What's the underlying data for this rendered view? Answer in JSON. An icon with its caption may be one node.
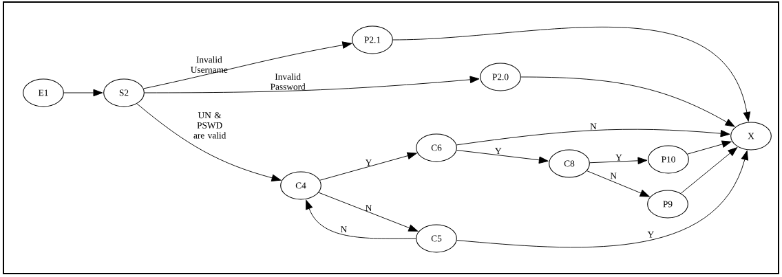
{
  "diagram": {
    "nodes": [
      {
        "text": [
          "E1"
        ]
      },
      {
        "text": [
          "S2"
        ]
      },
      {
        "text": [
          "P2.1"
        ]
      },
      {
        "text": [
          "P2.0"
        ]
      },
      {
        "text": [
          "C4"
        ]
      },
      {
        "text": [
          "C6"
        ]
      },
      {
        "text": [
          "C8"
        ]
      },
      {
        "text": [
          "P10"
        ]
      },
      {
        "text": [
          "P9"
        ]
      },
      {
        "text": [
          "C5"
        ]
      },
      {
        "text": [
          "X"
        ]
      }
    ],
    "edges": [
      {
        "from": 0,
        "to": 1,
        "arrow": "to"
      },
      {
        "from": 1,
        "to": 2,
        "arrow": "to",
        "label": "Invalid Username"
      },
      {
        "from": 1,
        "to": 3,
        "arrow": "to",
        "label": "Invalid Password"
      },
      {
        "from": 1,
        "to": 4,
        "arrow": "to",
        "label": "UN & PSWD are valid"
      },
      {
        "from": 4,
        "to": 5,
        "arrow": "to",
        "label": "Y"
      },
      {
        "from": 4,
        "to": 9,
        "arrow": "to",
        "label": "N"
      },
      {
        "from": 9,
        "to": 4,
        "arrow": "to",
        "label": "N"
      },
      {
        "from": 5,
        "to": 6,
        "arrow": "to",
        "label": "Y"
      },
      {
        "from": 5,
        "to": 10,
        "arrow": "to",
        "label": "N"
      },
      {
        "from": 6,
        "to": 7,
        "arrow": "to",
        "label": "Y"
      },
      {
        "from": 6,
        "to": 8,
        "arrow": "to",
        "label": "N"
      },
      {
        "from": 2,
        "to": 10,
        "arrow": "to"
      },
      {
        "from": 3,
        "to": 10,
        "arrow": "to"
      },
      {
        "from": 7,
        "to": 10,
        "arrow": "to"
      },
      {
        "from": 8,
        "to": 10,
        "arrow": "to"
      },
      {
        "from": 9,
        "to": 10,
        "arrow": "to",
        "label": "Y"
      }
    ]
  }
}
